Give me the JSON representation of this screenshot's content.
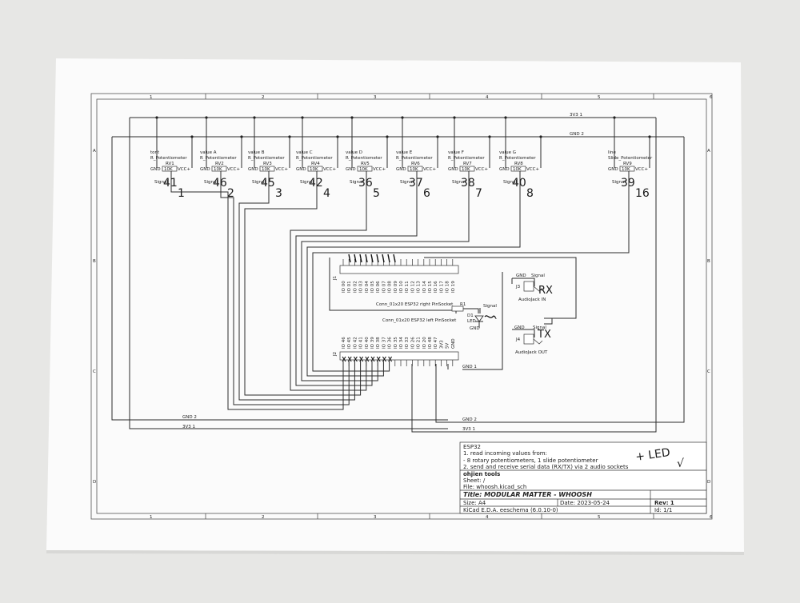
{
  "net_labels": {
    "v3v3_top": "3V3 1",
    "gnd_top": "GND 2",
    "gnd_bottom": "GND 2",
    "v3v3_bottom": "3V3 1",
    "gnd_right": "GND 2",
    "v3v3_right": "3V3 1",
    "gnd1": "GND 1"
  },
  "potentiometers": [
    {
      "label": "tont",
      "type": "R_Potentiometer",
      "ref": "RV1",
      "value": "10K",
      "gnd": "GND",
      "vcc": "VCC+",
      "signal": "Signal",
      "pin": "41",
      "num": "1"
    },
    {
      "label": "value A",
      "type": "R_Potentiometer",
      "ref": "RV2",
      "value": "10K",
      "gnd": "GND",
      "vcc": "VCC+",
      "signal": "Signal",
      "pin": "46",
      "num": "2"
    },
    {
      "label": "value B",
      "type": "R_Potentiometer",
      "ref": "RV3",
      "value": "10K",
      "gnd": "GND",
      "vcc": "VCC+",
      "signal": "Signal",
      "pin": "45",
      "num": "3"
    },
    {
      "label": "value C",
      "type": "R_Potentiometer",
      "ref": "RV4",
      "value": "10K",
      "gnd": "GND",
      "vcc": "VCC+",
      "signal": "Signal",
      "pin": "42",
      "num": "4"
    },
    {
      "label": "value D",
      "type": "R_Potentiometer",
      "ref": "RV5",
      "value": "10K",
      "gnd": "GND",
      "vcc": "VCC+",
      "signal": "Signal",
      "pin": "36",
      "num": "5"
    },
    {
      "label": "value E",
      "type": "R_Potentiometer",
      "ref": "RV6",
      "value": "10K",
      "gnd": "GND",
      "vcc": "VCC+",
      "signal": "Signal",
      "pin": "37",
      "num": "6"
    },
    {
      "label": "value F",
      "type": "R_Potentiometer",
      "ref": "RV7",
      "value": "10K",
      "gnd": "GND",
      "vcc": "VCC+",
      "signal": "Signal",
      "pin": "38",
      "num": "7"
    },
    {
      "label": "value G",
      "type": "R_Potentiometer",
      "ref": "RV8",
      "value": "10K",
      "gnd": "GND",
      "vcc": "VCC+",
      "signal": "Signal",
      "pin": "40",
      "num": "8"
    },
    {
      "label": "line",
      "type": "Slide_Potentiometer",
      "ref": "RV9",
      "value": "10K",
      "gnd": "GND",
      "vcc": "VCC+",
      "signal": "Signal",
      "pin": "39",
      "num": "16"
    }
  ],
  "connector_right": {
    "ref": "J1",
    "name": "Conn_01x20 ESP32 right PinSocket",
    "pins": [
      "IO 00",
      "IO 01",
      "IO 02",
      "IO 03",
      "IO 04",
      "IO 05",
      "IO 06",
      "IO 07",
      "IO 08",
      "IO 09",
      "IO 10",
      "IO 11",
      "IO 12",
      "IO 13",
      "IO 14",
      "IO 15",
      "IO 16",
      "IO 17",
      "IO 18",
      "IO 19"
    ]
  },
  "connector_left": {
    "ref": "J2",
    "name": "Conn_01x20 ESP32 left PinSocket",
    "pins": [
      "IO 46",
      "IO 45",
      "IO 42",
      "IO 41",
      "IO 40",
      "IO 39",
      "IO 38",
      "IO 37",
      "IO 36",
      "IO 35",
      "IO 34",
      "IO 33",
      "IO 26",
      "IO 21",
      "IO 20",
      "IO 48",
      "IO 47",
      "3V3",
      "5V",
      "GND"
    ]
  },
  "led": {
    "ref": "D1",
    "name": "LED",
    "resistor": "R1",
    "signal": "Signal",
    "gnd": "GND"
  },
  "jack_in": {
    "ref": "J3",
    "name": "AudioJack IN",
    "signal": "Signal",
    "gnd": "GND",
    "note": "RX"
  },
  "jack_out": {
    "ref": "J4",
    "name": "AudioJack OUT",
    "signal": "Signal",
    "gnd": "GND",
    "note": "TX"
  },
  "title_block": {
    "project": "ESP32",
    "desc1": "1. read incoming values from:",
    "desc2": "- 8 rotary potentiometers, 1 slide potentiometer",
    "desc3": "2. send and receive serial data (RX/TX) via 2 audio sockets",
    "company": "ohjien tools",
    "sheet": "Sheet: /",
    "file": "File: whoosh.kicad_sch",
    "title": "Title: MODULAR MATTER - WHOOSH",
    "size": "Size: A4",
    "date": "Date: 2023-05-24",
    "rev": "Rev: 1",
    "kicad": "KiCad E.D.A.  eeschema (6.0.10-0)",
    "id": "Id: 1/1"
  },
  "handwritten": {
    "led_note": "+ LED",
    "check": "√"
  },
  "frame": {
    "cols": [
      "1",
      "2",
      "3",
      "4",
      "5",
      "6"
    ],
    "rows": [
      "A",
      "B",
      "C",
      "D"
    ]
  }
}
